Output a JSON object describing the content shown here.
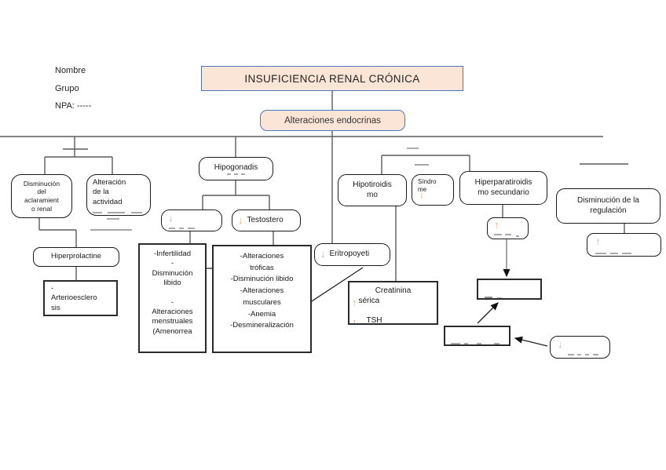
{
  "meta": {
    "nombre": "Nombre",
    "grupo": "Grupo",
    "npa": "NPA:  -----"
  },
  "colors": {
    "peach_fill": "#fbe5d6",
    "title_border": "#4f74c0",
    "accent_arrow": "#f1a46f",
    "line_gray": "#5a5a5a"
  },
  "icons": {
    "down_arrow": "↓",
    "up_arrow": "↑"
  },
  "nodes": {
    "title": "INSUFICIENCIA RENAL CRÓNICA",
    "endocrinas": "Alteraciones endocrinas",
    "aclaramiento": "Disminución\ndel\naclaramient\no renal",
    "actividad": "Alteración\nde la\nactividad",
    "hipogonadismo": "Hipogonadis",
    "testosterona": "Testostero",
    "hiperprolactinemia": "Hiperprolactine",
    "arterioesclerosis": "-\nArterioesclero\nsis",
    "infertilidad_list": "-Infertilidad\n-\nDisminución\nlibido\n\n-\nAlteraciones\nmenstruales\n(Amenorrea",
    "alteraciones_list": "-Alteraciones\ntróficas\n-Disminución libido\n-Alteraciones\nmusculares\n-Anemia\n-Desmineralización",
    "hipotiroidismo": "Hipotiroidis\nmo",
    "sindrome": "Síndro\nme",
    "hiperparatiroidismo": "Hiperparatiroidis\nmo secundario",
    "regulacion": "Disminución de la\nregulación",
    "eritropoyetina": "Eritropoyeti",
    "creatinina": "Creatinina",
    "serica": "sérica",
    "tsh": "TSH"
  }
}
